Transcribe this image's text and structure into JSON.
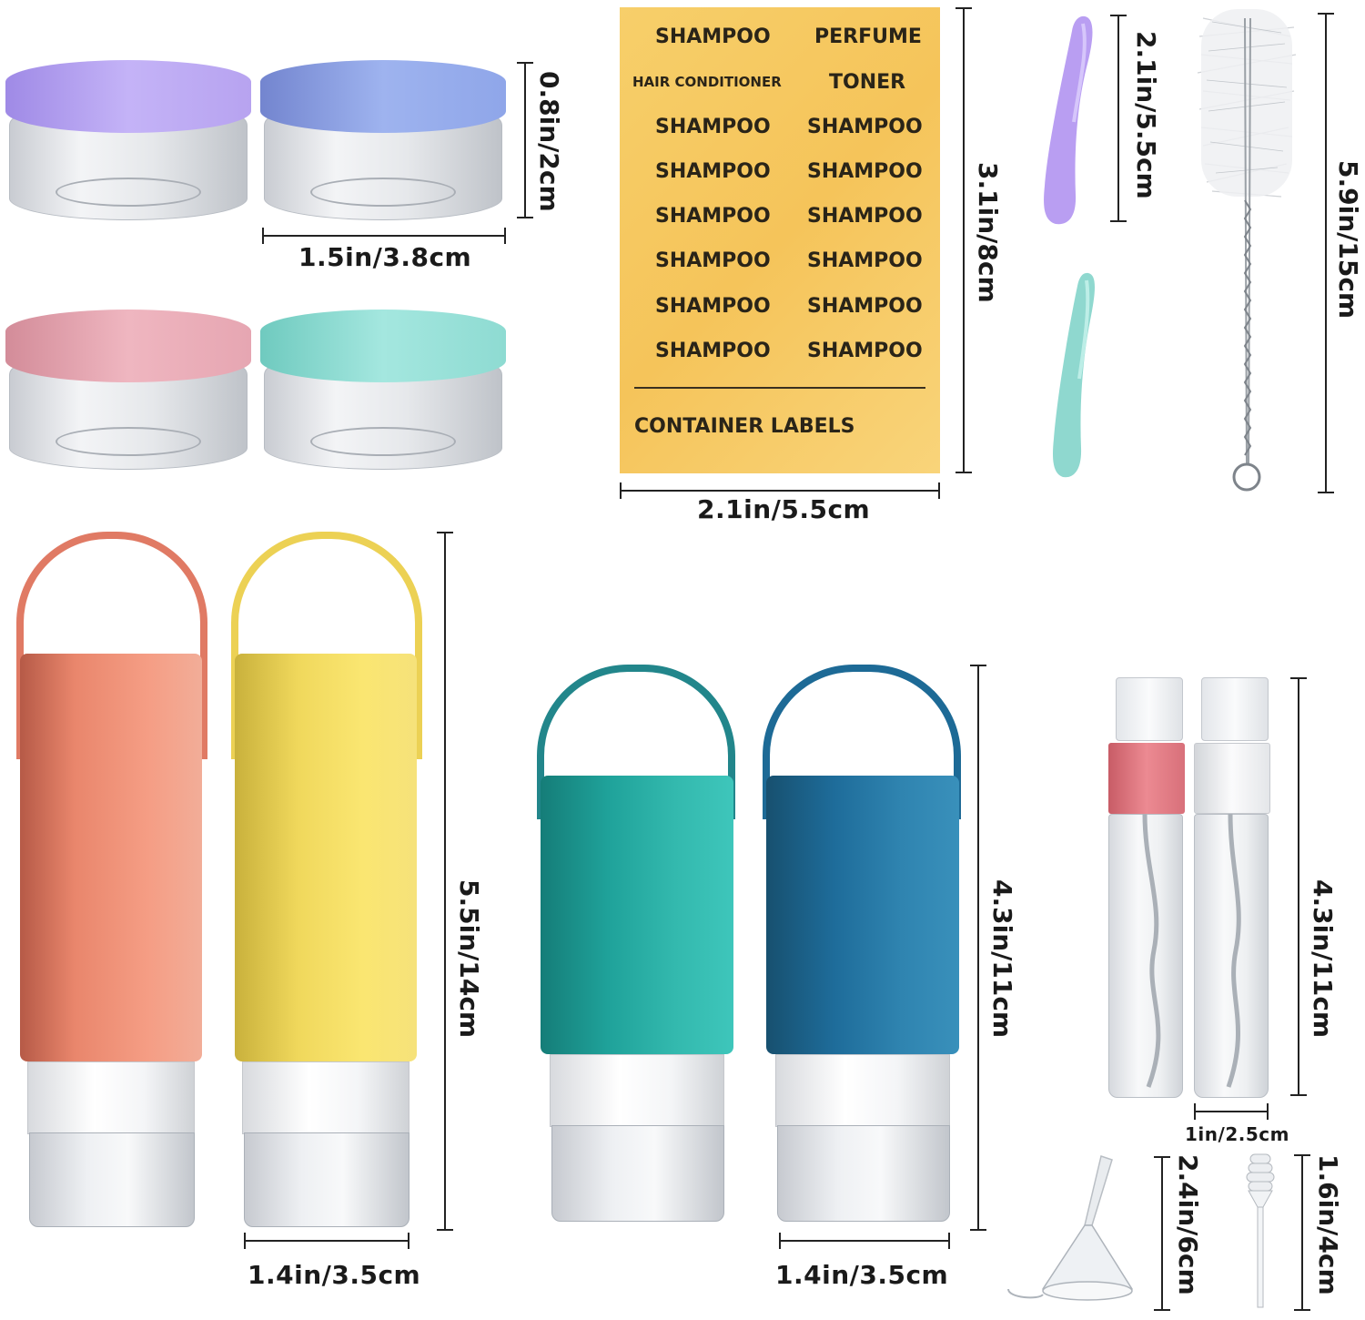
{
  "dimensions": {
    "jar_height": "0.8in/2cm",
    "jar_width": "1.5in/3.8cm",
    "label_height": "3.1in/8cm",
    "label_width": "2.1in/5.5cm",
    "spatula_length": "2.1in/5.5cm",
    "brush_length": "5.9in/15cm",
    "large_bottle_height": "5.5in/14cm",
    "large_bottle_width": "1.4in/3.5cm",
    "medium_bottle_height": "4.3in/11cm",
    "medium_bottle_width": "1.4in/3.5cm",
    "spray_height": "4.3in/11cm",
    "spray_width": "1in/2.5cm",
    "funnel_height": "2.4in/6cm",
    "pipette_height": "1.6in/4cm"
  },
  "labels_sheet": {
    "rows": [
      [
        "SHAMPOO",
        "PERFUME"
      ],
      [
        "HAIR CONDITIONER",
        "TONER"
      ],
      [
        "SHAMPOO",
        "SHAMPOO"
      ],
      [
        "SHAMPOO",
        "SHAMPOO"
      ],
      [
        "SHAMPOO",
        "SHAMPOO"
      ],
      [
        "SHAMPOO",
        "SHAMPOO"
      ],
      [
        "SHAMPOO",
        "SHAMPOO"
      ],
      [
        "SHAMPOO",
        "SHAMPOO"
      ]
    ],
    "footer": "CONTAINER LABELS"
  },
  "colors": {
    "jar_lids": [
      "#b9a6f2",
      "#8ea4e8",
      "#e8a8b4",
      "#8fdcd3"
    ],
    "large_bottles": [
      "#e8826a",
      "#f2d95a"
    ],
    "medium_bottles": [
      "#23a39b",
      "#1f6d9c"
    ],
    "spatulas": [
      "#b79cf0",
      "#8fd8cf"
    ],
    "spray_collars": [
      "#e07a82",
      "#f4f4f4"
    ],
    "label_sheet": "#f6c85f"
  }
}
